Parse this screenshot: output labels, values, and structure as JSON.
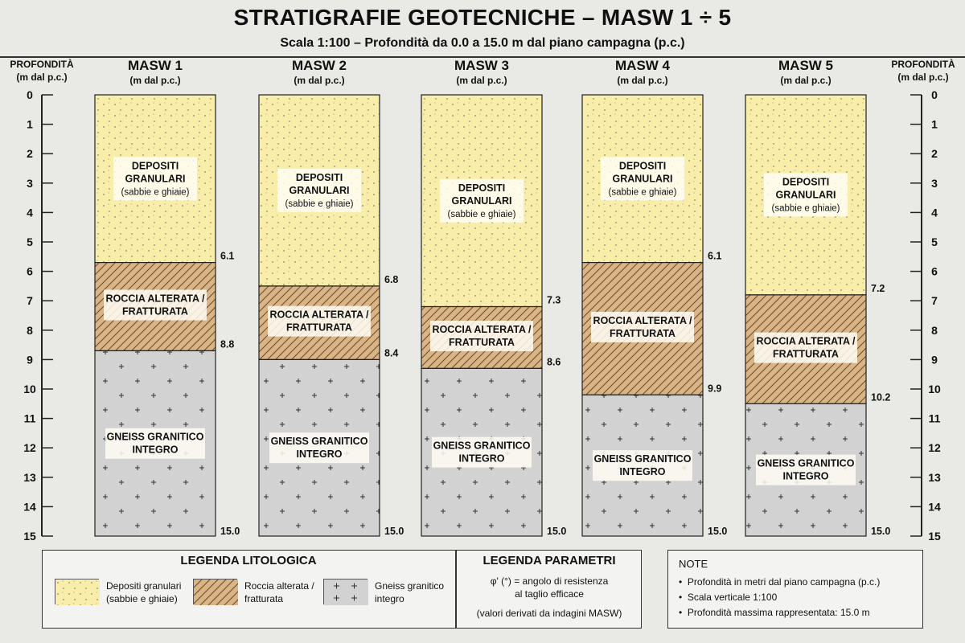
{
  "header": {
    "title": "STRATIGRAFIE GEOTECNICHE – MASW 1 ÷ 5",
    "subtitle": "Scala 1:100  –  Profondità da 0.0 a 15.0 m dal piano campagna (p.c.)"
  },
  "axis": {
    "label_line1": "PROFONDITÀ",
    "label_line2": "(m dal p.c.)",
    "min": 0,
    "max": 15,
    "ticks": [
      0,
      1,
      2,
      3,
      4,
      5,
      6,
      7,
      8,
      9,
      10,
      11,
      12,
      13,
      14,
      15
    ]
  },
  "columns": [
    {
      "name": "MASW 1",
      "unit": "(m dal p.c.)",
      "layers": [
        {
          "type": "granular",
          "top": 0,
          "bottom": 5.7,
          "label": [
            "DEPOSITI",
            "GRANULARI",
            "(sabbie e ghiaie)"
          ]
        },
        {
          "type": "rock",
          "top": 5.7,
          "bottom": 8.7,
          "label": [
            "ROCCIA ALTERATA /",
            "FRATTURATA"
          ]
        },
        {
          "type": "gneiss",
          "top": 8.7,
          "bottom": 15.0,
          "label": [
            "GNEISS GRANITICO",
            "INTEGRO"
          ]
        }
      ],
      "depth_labels": [
        "6.1",
        "8.8",
        "15.0"
      ]
    },
    {
      "name": "MASW 2",
      "unit": "(m dal p.c.)",
      "layers": [
        {
          "type": "granular",
          "top": 0,
          "bottom": 6.5,
          "label": [
            "DEPOSITI",
            "GRANULARI",
            "(sabbie e ghiaie)"
          ]
        },
        {
          "type": "rock",
          "top": 6.5,
          "bottom": 9.0,
          "label": [
            "ROCCIA ALTERATA /",
            "FRATTURATA"
          ]
        },
        {
          "type": "gneiss",
          "top": 9.0,
          "bottom": 15.0,
          "label": [
            "GNEISS GRANITICO",
            "INTEGRO"
          ]
        }
      ],
      "depth_labels": [
        "6.8",
        "8.4",
        "15.0"
      ]
    },
    {
      "name": "MASW 3",
      "unit": "(m dal p.c.)",
      "layers": [
        {
          "type": "granular",
          "top": 0,
          "bottom": 7.2,
          "label": [
            "DEPOSITI",
            "GRANULARI",
            "(sabbie e ghiaie)"
          ]
        },
        {
          "type": "rock",
          "top": 7.2,
          "bottom": 9.3,
          "label": [
            "ROCCIA ALTERATA /",
            "FRATTURATA"
          ]
        },
        {
          "type": "gneiss",
          "top": 9.3,
          "bottom": 15.0,
          "label": [
            "GNEISS GRANITICO",
            "INTEGRO"
          ]
        }
      ],
      "depth_labels": [
        "7.3",
        "8.6",
        "15.0"
      ]
    },
    {
      "name": "MASW 4",
      "unit": "(m dal p.c.)",
      "layers": [
        {
          "type": "granular",
          "top": 0,
          "bottom": 5.7,
          "label": [
            "DEPOSITI",
            "GRANULARI",
            "(sabbie e ghiaie)"
          ]
        },
        {
          "type": "rock",
          "top": 5.7,
          "bottom": 10.2,
          "label": [
            "ROCCIA ALTERATA /",
            "FRATTURATA"
          ]
        },
        {
          "type": "gneiss",
          "top": 10.2,
          "bottom": 15.0,
          "label": [
            "GNEISS GRANITICO",
            "INTEGRO"
          ]
        }
      ],
      "depth_labels": [
        "6.1",
        "9.9",
        "15.0"
      ]
    },
    {
      "name": "MASW 5",
      "unit": "(m dal p.c.)",
      "layers": [
        {
          "type": "granular",
          "top": 0,
          "bottom": 6.8,
          "label": [
            "DEPOSITI",
            "GRANULARI",
            "(sabbie e ghiaie)"
          ]
        },
        {
          "type": "rock",
          "top": 6.8,
          "bottom": 10.5,
          "label": [
            "ROCCIA ALTERATA /",
            "FRATTURATA"
          ]
        },
        {
          "type": "gneiss",
          "top": 10.5,
          "bottom": 15.0,
          "label": [
            "GNEISS GRANITICO",
            "INTEGRO"
          ]
        }
      ],
      "depth_labels": [
        "7.2",
        "10.2",
        "15.0"
      ]
    }
  ],
  "legend_lito": {
    "title": "LEGENDA LITOLOGICA",
    "items": [
      {
        "type": "granular",
        "line1": "Depositi granulari",
        "line2": "(sabbie e ghiaie)"
      },
      {
        "type": "rock",
        "line1": "Roccia alterata /",
        "line2": "fratturata"
      },
      {
        "type": "gneiss",
        "line1": "Gneiss granitico",
        "line2": "integro"
      }
    ]
  },
  "legend_param": {
    "title": "LEGENDA PARAMETRI",
    "line1": "φ' (°)  =  angolo di resistenza",
    "line2": "al taglio efficace",
    "line3": "(valori derivati da indagini MASW)"
  },
  "notes": {
    "title": "NOTE",
    "items": [
      "Profondità in metri dal piano campagna (p.c.)",
      "Scala verticale 1:100",
      "Profondità massima rappresentata: 15.0 m"
    ]
  },
  "colors": {
    "granular": "#f8eeaa",
    "rock": "#d9b486",
    "gneiss": "#d2d2d2",
    "ink": "#111111"
  }
}
